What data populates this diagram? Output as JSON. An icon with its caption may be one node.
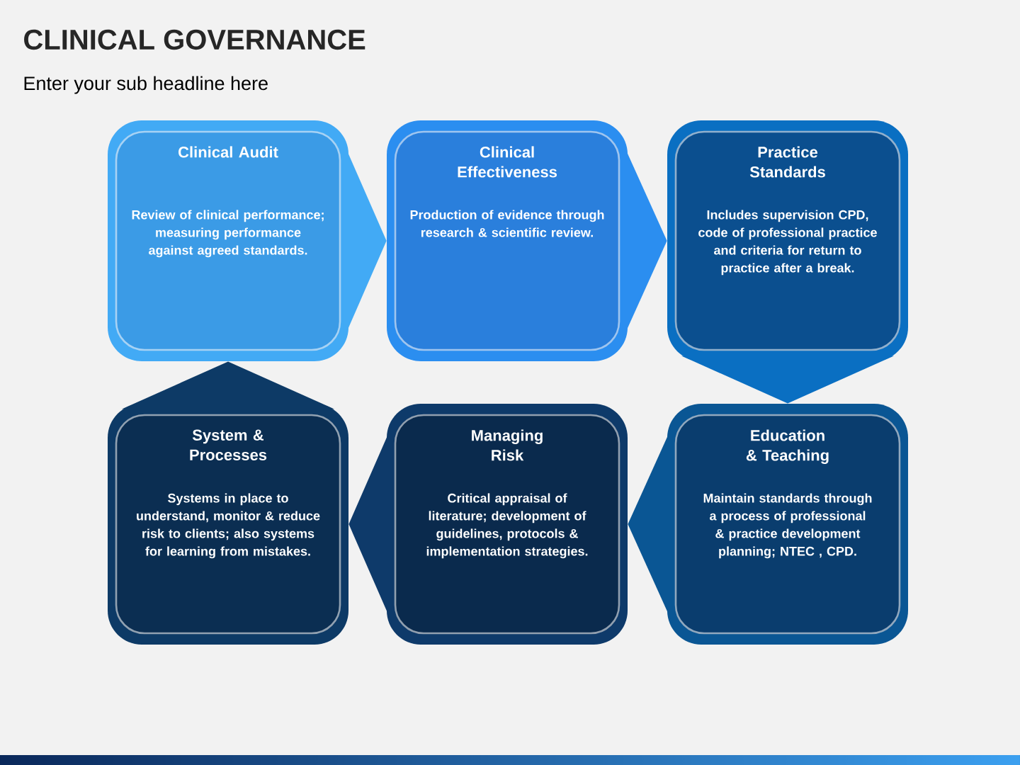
{
  "diagram": {
    "title": "CLINICAL GOVERNANCE",
    "nodes": [
      {
        "text": [
          "Clinical Audit",
          "Review of clinical performance; measuring performance against agreed standards."
        ]
      },
      {
        "text": [
          "Clinical Effectiveness",
          "Production of evidence through research & scientific review."
        ]
      },
      {
        "text": [
          "Practice Standards",
          "Includes supervision CPD, code of professional practice and criteria for return to practice after a break."
        ]
      },
      {
        "text": [
          "System & Processes",
          "Systems in place to understand, monitor & reduce risk to clients; also systems for learning from mistakes."
        ]
      },
      {
        "text": [
          "Managing Risk",
          "Critical appraisal of literature; development of guidelines, protocols & implementation strategies."
        ]
      },
      {
        "text": [
          "Education & Teaching",
          "Maintain standards through a process of professional & practice development planning; NTEC , CPD."
        ]
      }
    ],
    "edges": [
      {
        "from": 0,
        "to": 1,
        "arrow": "to"
      },
      {
        "from": 1,
        "to": 2,
        "arrow": "to"
      },
      {
        "from": 2,
        "to": 5,
        "arrow": "to"
      },
      {
        "from": 5,
        "to": 4,
        "arrow": "to"
      },
      {
        "from": 4,
        "to": 3,
        "arrow": "to"
      },
      {
        "from": 3,
        "to": 0,
        "arrow": "to"
      }
    ],
    "labels": [
      "Enter your sub headline here"
    ]
  }
}
